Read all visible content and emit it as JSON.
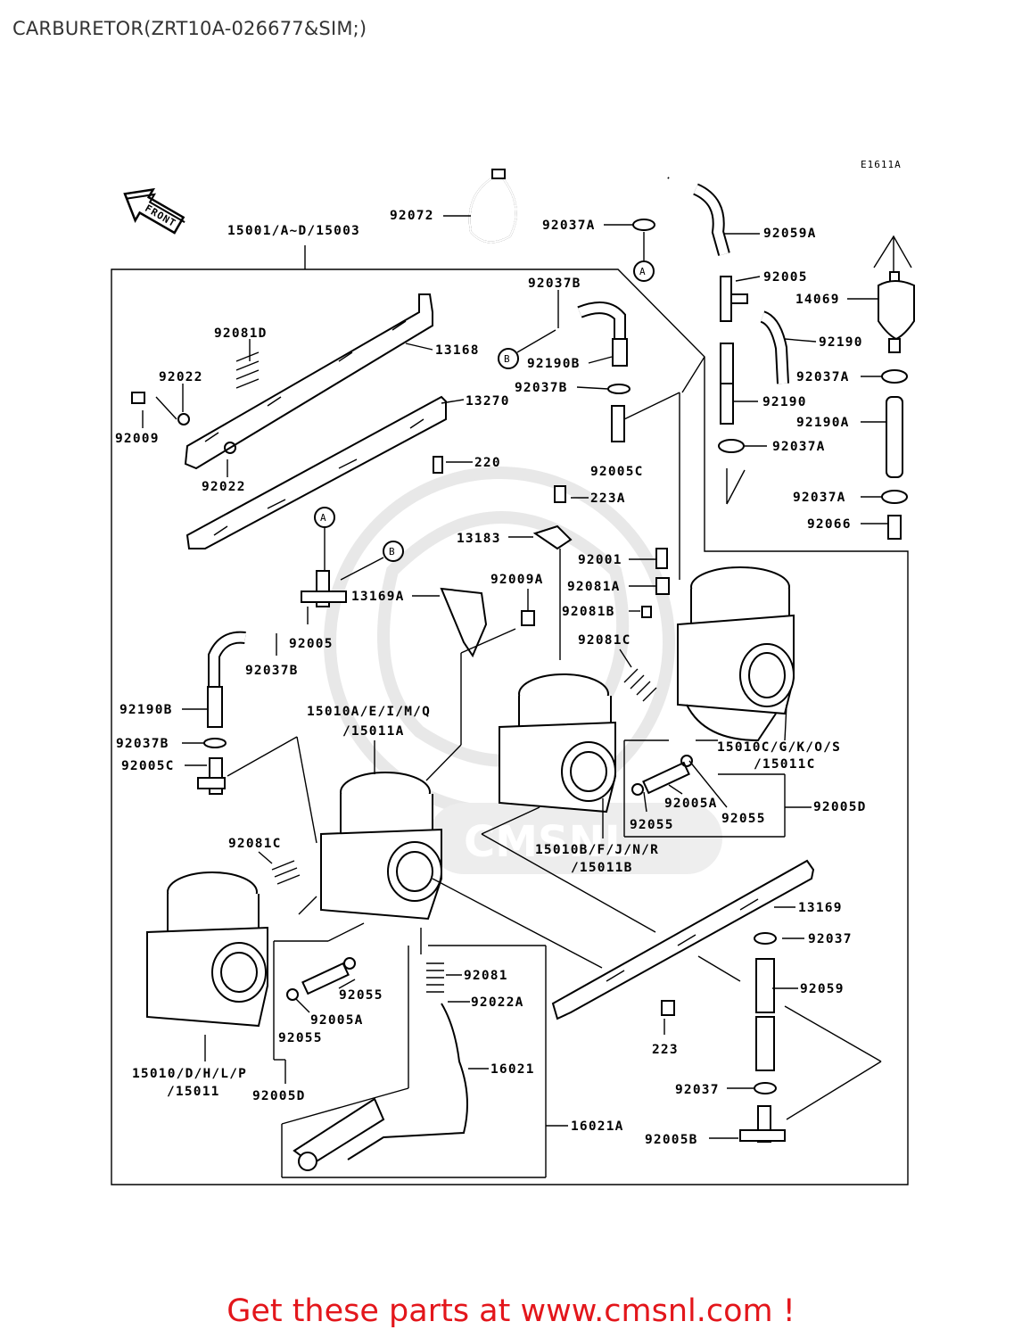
{
  "title": "CARBURETOR(ZRT10A-026677&SIM;)",
  "diagram_code": "E1611A",
  "front_label": "FRONT",
  "footer_text": "Get these parts at www.cmsnl.com !",
  "watermark": "CMSNL",
  "callouts": {
    "A": "A",
    "B": "B"
  },
  "labels": {
    "l15001": "15001/A~D/15003",
    "l92072": "92072",
    "l92037A_1": "92037A",
    "l92059A": "92059A",
    "l92005": "92005",
    "l14069": "14069",
    "l92190": "92190",
    "l92037A_2": "92037A",
    "l92190_2": "92190",
    "l92190A": "92190A",
    "l92037A_3": "92037A",
    "l92037A_4": "92037A",
    "l92066": "92066",
    "l92037B_1": "92037B",
    "l92190B_1": "92190B",
    "l92037B_2": "92037B",
    "l92005C_1": "92005C",
    "l13168": "13168",
    "l13270": "13270",
    "l220": "220",
    "l92081D": "92081D",
    "l92022_1": "92022",
    "l92009": "92009",
    "l92022_2": "92022",
    "l223A": "223A",
    "l13183": "13183",
    "l92001": "92001",
    "l92081A": "92081A",
    "l92081B": "92081B",
    "l92009A": "92009A",
    "l13169A": "13169A",
    "l92005_2": "92005",
    "l92037B_3": "92037B",
    "l92081C_1": "92081C",
    "l92190B_2": "92190B",
    "l92037B_4": "92037B",
    "l92005C_2": "92005C",
    "l15010A": "15010A/E/I/M/Q",
    "l15011A": "/15011A",
    "l15010C": "15010C/G/K/O/S",
    "l15011C": "/15011C",
    "l92005A_1": "92005A",
    "l92055_1": "92055",
    "l92055_2": "92055",
    "l92005D_1": "92005D",
    "l15010B": "15010B/F/J/N/R",
    "l15011B": "/15011B",
    "l92081C_2": "92081C",
    "l13169": "13169",
    "l92037": "92037",
    "l92059": "92059",
    "l92081": "92081",
    "l92022A": "92022A",
    "l92055_3": "92055",
    "l92005A_2": "92005A",
    "l92055_4": "92055",
    "l15010": "15010/D/H/L/P",
    "l15011": "/15011",
    "l92005D_2": "92005D",
    "l16021": "16021",
    "l16021A": "16021A",
    "l223": "223",
    "l92037_2": "92037",
    "l92005B": "92005B"
  }
}
